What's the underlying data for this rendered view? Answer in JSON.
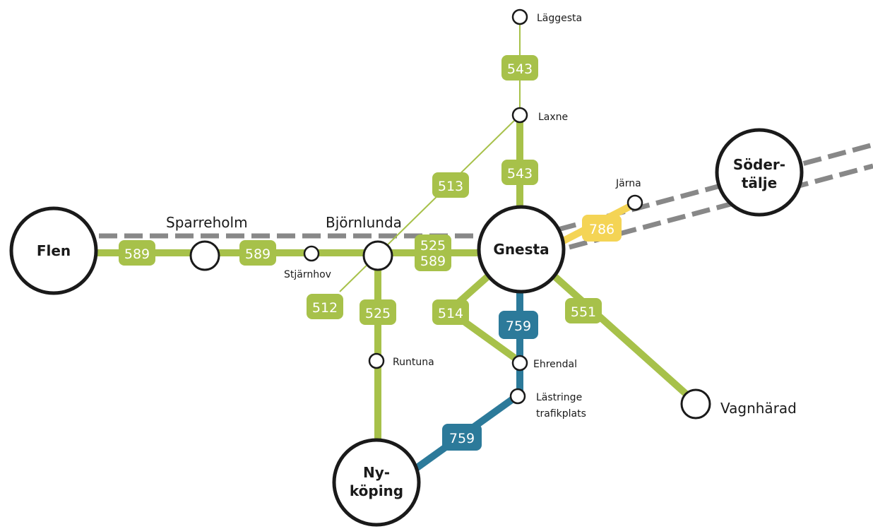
{
  "colors": {
    "green_line": "#a7c14a",
    "blue_line": "#2c7a9a",
    "yellow_line": "#f4d455",
    "rail_dashed": "#888888",
    "station_stroke": "#1a1a1a",
    "station_fill": "#ffffff",
    "badge_text": "#ffffff"
  },
  "hubs": {
    "flen": [
      "Flen"
    ],
    "gnesta": [
      "Gnesta"
    ],
    "sodertalje": [
      "Söder-",
      "tälje"
    ],
    "nykoping": [
      "Ny-",
      "köping"
    ]
  },
  "places": {
    "sparreholm": "Sparreholm",
    "bjornlunda": "Björnlunda",
    "vagnharad": "Vagnhärad"
  },
  "stops": {
    "laggesta": "Läggesta",
    "laxne": "Laxne",
    "jarna": "Järna",
    "stjarnhov": "Stjärnhov",
    "runtuna": "Runtuna",
    "ehrendal": "Ehrendal",
    "lastringe": [
      "Lästringe",
      "trafikplats"
    ]
  },
  "routes": {
    "flen_sparreholm": "589",
    "sparreholm_bjornlunda": "589",
    "bjornlunda_gnesta": [
      "525",
      "589"
    ],
    "laggesta_laxne": "543",
    "laxne_gnesta": "543",
    "laxne_bjornlunda": "513",
    "bjornlunda_sw": "512",
    "bjornlunda_nykoping": "525",
    "gnesta_ehrendal": "514",
    "gnesta_lastringe": "759",
    "lastringe_nykoping": "759",
    "gnesta_vagnharad": "551",
    "gnesta_jarna": "786"
  }
}
